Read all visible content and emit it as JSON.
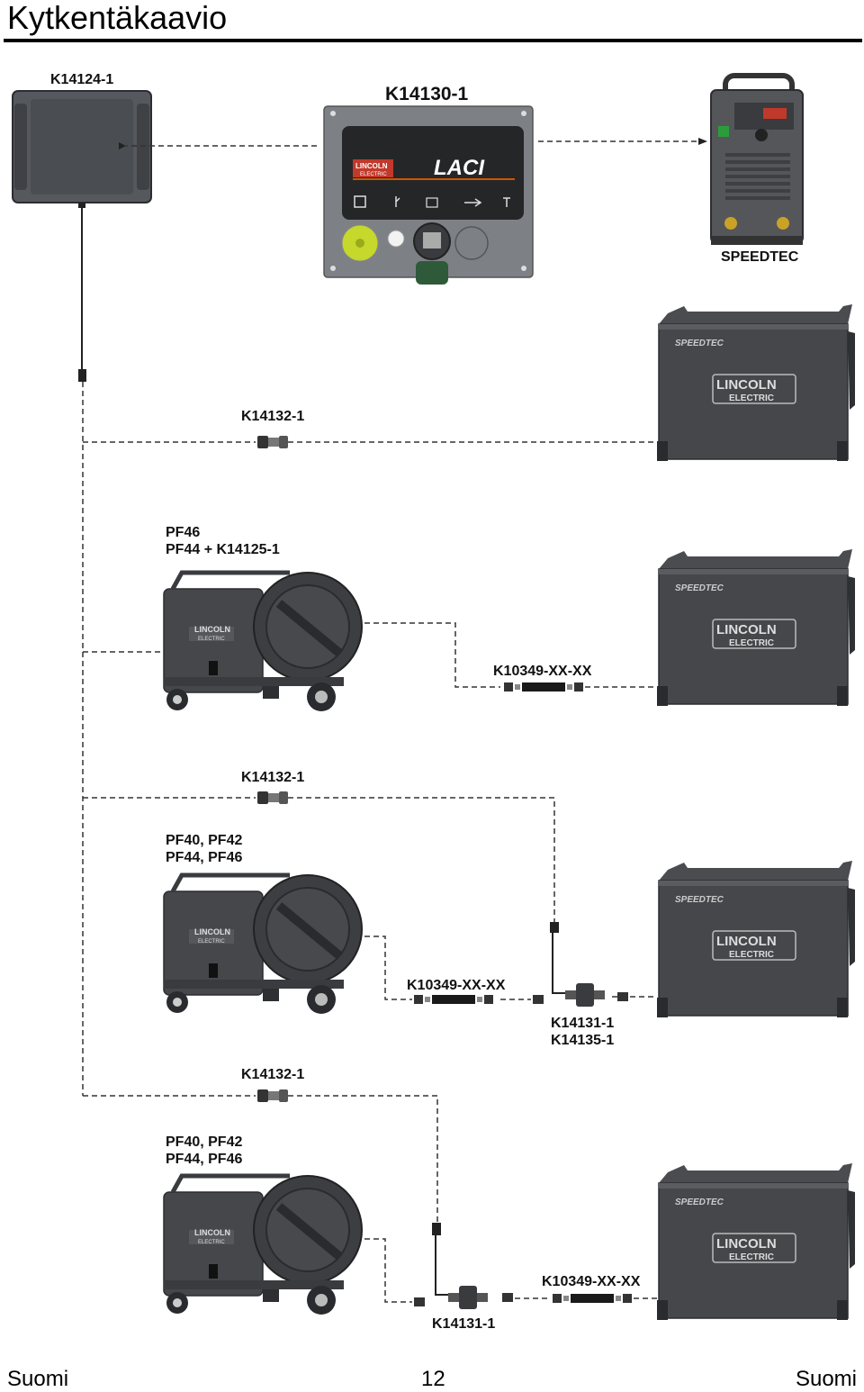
{
  "page": {
    "title": "Kytkentäkaavio",
    "footer_left": "Suomi",
    "footer_center": "12",
    "footer_right": "Suomi"
  },
  "diagram": {
    "remote_label": "K14124-1",
    "interface_label": "K14130-1",
    "interface_brand": "LACI",
    "interface_logo_line1": "LINCOLN",
    "interface_logo_line2": "ELECTRIC",
    "top_power_source_label": "SPEEDTEC",
    "power_source_brand_line1": "LINCOLN",
    "power_source_brand_line2": "ELECTRIC",
    "power_source_model_text": "SPEEDTEC",
    "feeder_brand_line1": "LINCOLN",
    "feeder_brand_line2": "ELECTRIC",
    "row1_cable_label": "K14132-1",
    "row2_feeder_line1": "PF46",
    "row2_feeder_line2": "PF44 + K14125-1",
    "row2_cable_label": "K10349-XX-XX",
    "row3_cable_top_label": "K14132-1",
    "row3_feeder_line1": "PF40,  PF42",
    "row3_feeder_line2": "PF44,  PF46",
    "row3_cable_label": "K10349-XX-XX",
    "row3_splitter_line1": "K14131-1",
    "row3_splitter_line2": "K14135-1",
    "row4_cable_top_label": "K14132-1",
    "row4_feeder_line1": "PF40,  PF42",
    "row4_feeder_line2": "PF44,  PF46",
    "row4_cable_label": "K10349-XX-XX",
    "row4_splitter_label": "K14131-1"
  }
}
